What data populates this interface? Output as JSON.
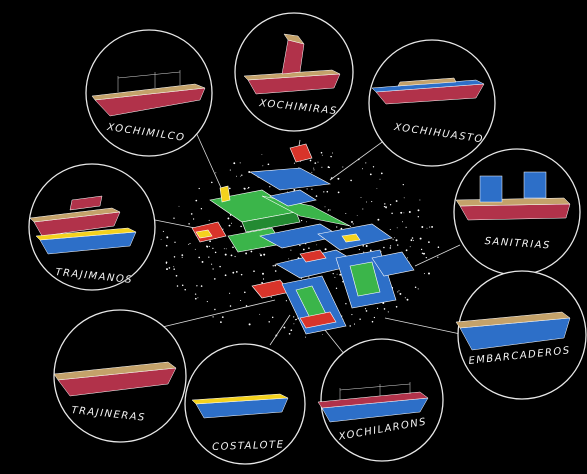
{
  "labels": {
    "xochimilco": "XOCHIMILCO",
    "xochimaras": "XOCHIMIRAS",
    "xochihuasto": "XOCHIHUASTO",
    "trajimanos": "TRAJIMANOS",
    "sanitarias": "SANITRIAS",
    "embarcaderos": "EMBARCADEROS",
    "trajineras": "TRAJINERAS",
    "costalote": "COSTALOTE",
    "xochilarons": "XOCHILARONS"
  },
  "colors": {
    "background": "#000000",
    "hull_red": "#b1324a",
    "deck_tan": "#c4a26a",
    "hull_blue": "#2d6fc8",
    "green": "#3bb54a",
    "yellow": "#f4d21e",
    "outline": "#ffffff"
  }
}
